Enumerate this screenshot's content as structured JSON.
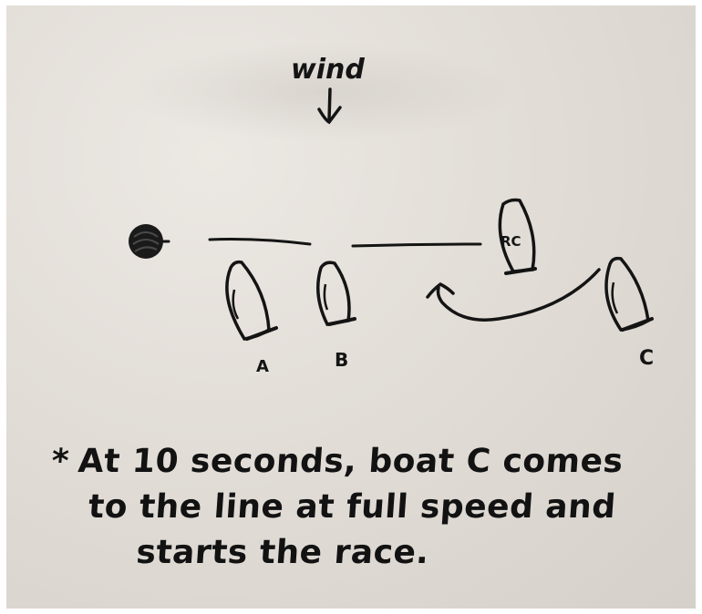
{
  "diagram": {
    "wind_label": "wind",
    "committee_boat_label": "RC",
    "boats": [
      {
        "id": "A",
        "label": "A"
      },
      {
        "id": "B",
        "label": "B"
      },
      {
        "id": "C",
        "label": "C"
      }
    ]
  },
  "note": {
    "marker": "*",
    "line1": "At 10 seconds, boat C comes",
    "line2": "to the line at full speed and",
    "line3": "starts the race."
  },
  "colors": {
    "ink": "#141414",
    "board": "#e2ddd7"
  }
}
